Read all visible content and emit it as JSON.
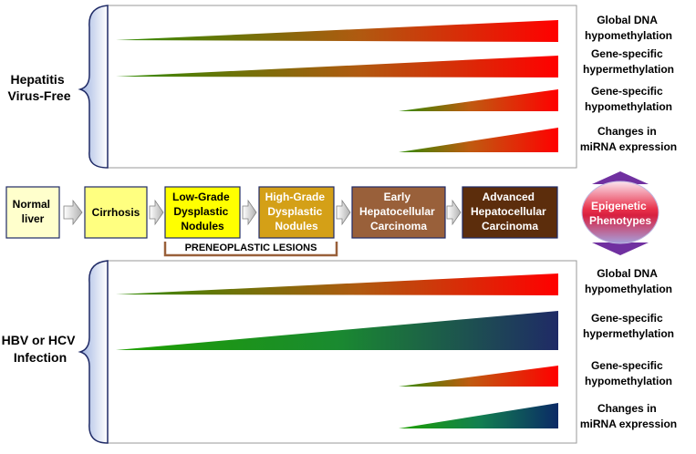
{
  "top_section": {
    "group_label_line1": "Hepatitis",
    "group_label_line2": "Virus-Free",
    "rows": [
      {
        "label_line1": "Global DNA",
        "label_line2": "hypomethylation",
        "start": "Normal liver",
        "end_color": "#ff0000"
      },
      {
        "label_line1": "Gene-specific",
        "label_line2": "hypermethylation",
        "start": "Normal liver",
        "end_color": "#ff0000"
      },
      {
        "label_line1": "Gene-specific",
        "label_line2": "hypomethylation",
        "start": "Early Hepatocellular Carcinoma",
        "end_color": "#ff0000"
      },
      {
        "label_line1": "Changes in",
        "label_line2": "miRNA expression",
        "start": "Early Hepatocellular Carcinoma",
        "end_color": "#ff0000"
      }
    ]
  },
  "bottom_section": {
    "group_label_line1": "HBV or HCV",
    "group_label_line2": "Infection",
    "rows": [
      {
        "label_line1": "Global DNA",
        "label_line2": "hypomethylation",
        "start": "Normal liver",
        "end_color": "#ff0000"
      },
      {
        "label_line1": "Gene-specific",
        "label_line2": "hypermethylation",
        "start": "Normal liver",
        "end_color": "#1f2a66"
      },
      {
        "label_line1": "Gene-specific",
        "label_line2": "hypomethylation",
        "start": "Early Hepatocellular Carcinoma",
        "end_color": "#ff0000"
      },
      {
        "label_line1": "Changes in",
        "label_line2": "miRNA expression",
        "start": "Early Hepatocellular Carcinoma",
        "end_color": "#0b2a66"
      }
    ]
  },
  "stages": [
    {
      "line1": "Normal",
      "line2": "liver",
      "line3": "",
      "fill": "#ffffcc",
      "text_color": "#000000"
    },
    {
      "line1": "Cirrhosis",
      "line2": "",
      "line3": "",
      "fill": "#ffff80",
      "text_color": "#000000"
    },
    {
      "line1": "Low-Grade",
      "line2": "Dysplastic",
      "line3": "Nodules",
      "fill": "#ffff00",
      "text_color": "#000000"
    },
    {
      "line1": "High-Grade",
      "line2": "Dysplastic",
      "line3": "Nodules",
      "fill": "#d4a017",
      "text_color": "#ffffff"
    },
    {
      "line1": "Early",
      "line2": "Hepatocellular",
      "line3": "Carcinoma",
      "fill": "#99603a",
      "text_color": "#ffffff"
    },
    {
      "line1": "Advanced",
      "line2": "Hepatocellular",
      "line3": "Carcinoma",
      "fill": "#5c2d0c",
      "text_color": "#ffffff"
    }
  ],
  "preneoplastic_label": "PRENEOPLASTIC LESIONS",
  "epigenetic_label_line1": "Epigenetic",
  "epigenetic_label_line2": "Phenotypes",
  "colors": {
    "wedge_start": "#2e8b00",
    "wedge_red": "#ff0000",
    "wedge_navy": "#1f2a66",
    "bracket": "#1f2a66",
    "bracket_fill": "#c8d4f0",
    "arrow_purple": "#7030a0",
    "preneoplastic_bracket": "#99603a"
  }
}
